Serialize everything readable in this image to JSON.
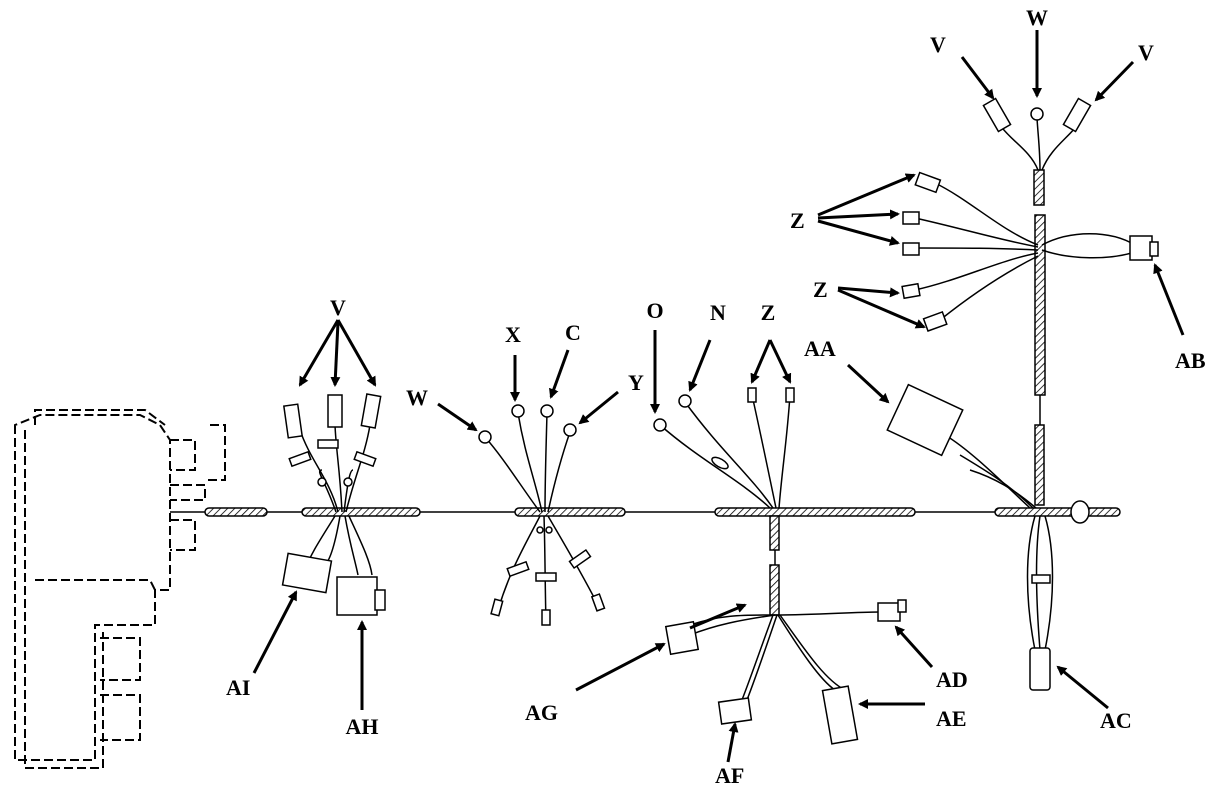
{
  "labels": {
    "v_top_left": "V",
    "w_top": "W",
    "v_top_right": "V",
    "z_upper": "Z",
    "z_lower": "Z",
    "ab": "AB",
    "v_left": "V",
    "x": "X",
    "c": "C",
    "y": "Y",
    "w_mid": "W",
    "o": "O",
    "n": "N",
    "z_mid": "Z",
    "aa": "AA",
    "ai": "AI",
    "ah": "AH",
    "ag": "AG",
    "ad": "AD",
    "ae": "AE",
    "af": "AF",
    "ac": "AC"
  }
}
